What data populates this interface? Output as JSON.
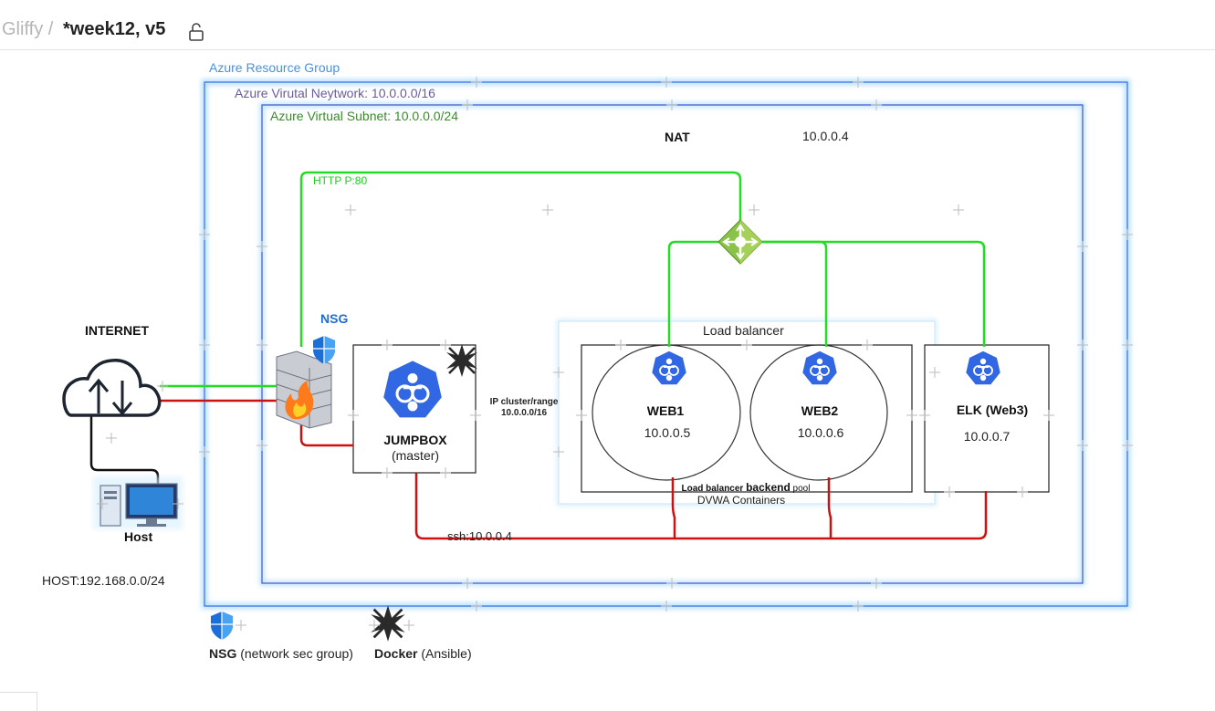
{
  "header": {
    "breadcrumb_root": "Gliffy",
    "breadcrumb_sep": "/",
    "doc_title": "*week12, v5",
    "lock_icon": "lock-open-icon"
  },
  "diagram": {
    "resource_group_label": "Azure Resource Group",
    "vnet_label": "Azure Virutal Neytwork: 10.0.0.0/16",
    "subnet_label": "Azure Virtual Subnet: 10.0.0.0/24",
    "nat_label": "NAT",
    "nat_ip": "10.0.0.4",
    "http_label": "HTTP P:80",
    "internet_label": "INTERNET",
    "host_label": "Host",
    "host_network": "HOST:192.168.0.0/24",
    "nsg_label": "NSG",
    "jumpbox_name": "JUMPBOX",
    "jumpbox_role": "(master)",
    "ip_cluster_line1": "IP cluster/range",
    "ip_cluster_line2": "10.0.0.0/16",
    "load_balancer_label": "Load balancer",
    "web1_name": "WEB1",
    "web1_ip": "10.0.0.5",
    "web2_name": "WEB2",
    "web2_ip": "10.0.0.6",
    "elk_name": "ELK (Web3)",
    "elk_ip": "10.0.0.7",
    "backend_pool_prefix": "Load balancer ",
    "backend_pool_bold": "backend",
    "backend_pool_suffix": " pool",
    "containers_label": "DVWA Containers",
    "ssh_label": "ssh:10.0.0.4",
    "legend_nsg_bold": "NSG",
    "legend_nsg_text": " (network sec group)",
    "legend_docker_bold": "Docker",
    "legend_docker_text": " (Ansible)"
  },
  "colors": {
    "resource_group_text": "#4a90d9",
    "vnet_text": "#6a5aa0",
    "subnet_text": "#3a8a2a",
    "green_link": "#22dd22",
    "red_link": "#cc1111",
    "azure_blue": "#2f6fe0",
    "nsg_blue": "#1c6fd8",
    "lb_green": "#7fb532"
  }
}
